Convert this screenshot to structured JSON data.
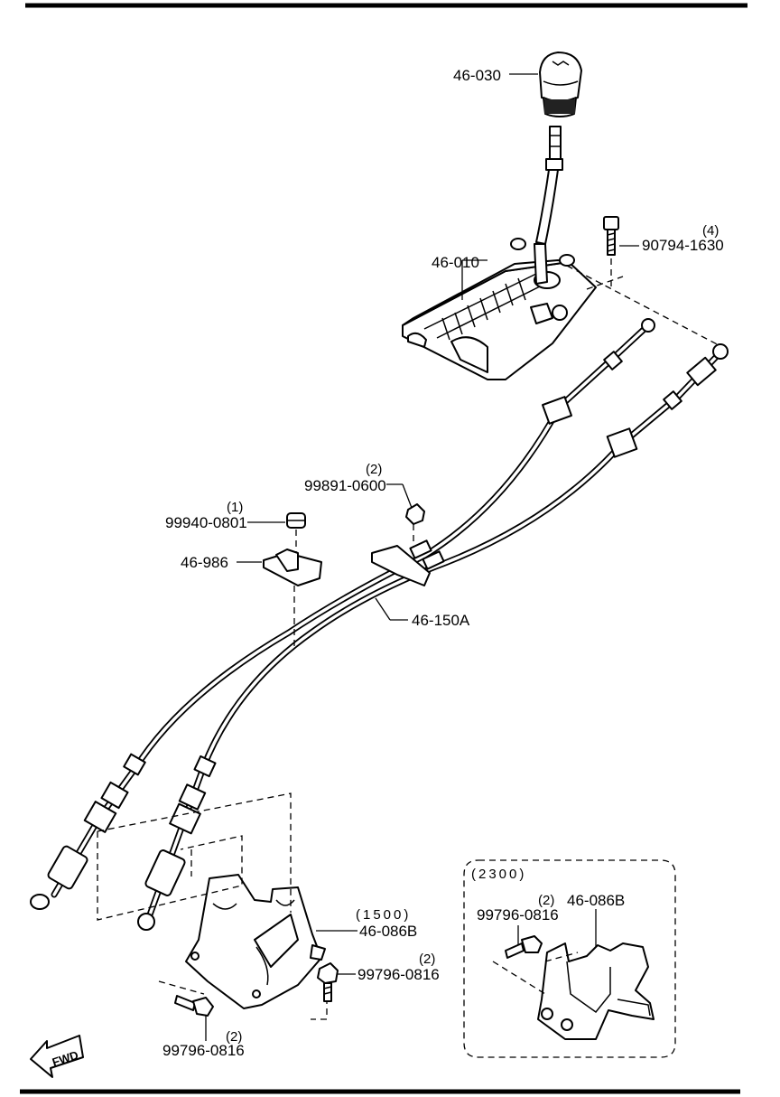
{
  "parts": {
    "shift_knob": {
      "number": "46-030"
    },
    "shift_lever_base": {
      "number": "46-010"
    },
    "lever_bolt": {
      "number": "90794-1630",
      "qty": "(4)"
    },
    "cable_nut": {
      "number": "99891-0600",
      "qty": "(2)"
    },
    "clip_nut": {
      "number": "99940-0801",
      "qty": "(1)"
    },
    "clip": {
      "number": "46-986"
    },
    "shift_cable": {
      "number": "46-150A"
    },
    "bracket_1500": {
      "variant": "(1500)",
      "number": "46-086B"
    },
    "bracket_bolt_right": {
      "number": "99796-0816",
      "qty": "(2)"
    },
    "bracket_bolt_bottom": {
      "number": "99796-0816",
      "qty": "(2)"
    }
  },
  "inset": {
    "variant": "(2300)",
    "bracket": {
      "number": "46-086B"
    },
    "bolt": {
      "number": "99796-0816",
      "qty": "(2)"
    }
  },
  "direction_arrow": {
    "label": "FWD",
    "icon": "fwd-arrow-icon"
  }
}
